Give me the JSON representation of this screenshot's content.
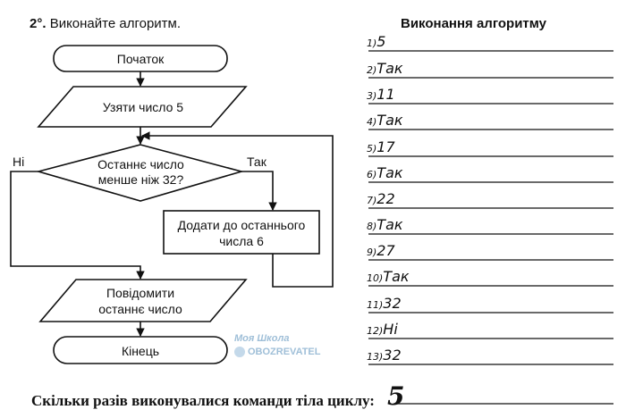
{
  "task": {
    "number": "2°.",
    "text": "Виконайте алгоритм."
  },
  "flowchart": {
    "start": "Початок",
    "input": "Узяти число 5",
    "condition_line1": "Останнє число",
    "condition_line2": "менше ніж 32?",
    "no_label": "Ні",
    "yes_label": "Так",
    "action_line1": "Додати до останнього",
    "action_line2": "числа 6",
    "output_line1": "Повідомити",
    "output_line2": "останнє число",
    "end": "Кінець"
  },
  "execution": {
    "title": "Виконання алгоритму",
    "steps": [
      {
        "n": "1)",
        "value": "5"
      },
      {
        "n": "2)",
        "value": "Так"
      },
      {
        "n": "3)",
        "value": "11"
      },
      {
        "n": "4)",
        "value": "Так"
      },
      {
        "n": "5)",
        "value": "17"
      },
      {
        "n": "6)",
        "value": "Так"
      },
      {
        "n": "7)",
        "value": "22"
      },
      {
        "n": "8)",
        "value": "Так"
      },
      {
        "n": "9)",
        "value": "27"
      },
      {
        "n": "10)",
        "value": "Так"
      },
      {
        "n": "11)",
        "value": "32"
      },
      {
        "n": "12)",
        "value": "Ні"
      },
      {
        "n": "13)",
        "value": "32"
      }
    ]
  },
  "question": {
    "text": "Скільки разів виконувалися команди тіла циклу:",
    "answer": "5"
  },
  "watermark": {
    "school": "Моя Школа",
    "brand": "OBOZREVATEL"
  }
}
